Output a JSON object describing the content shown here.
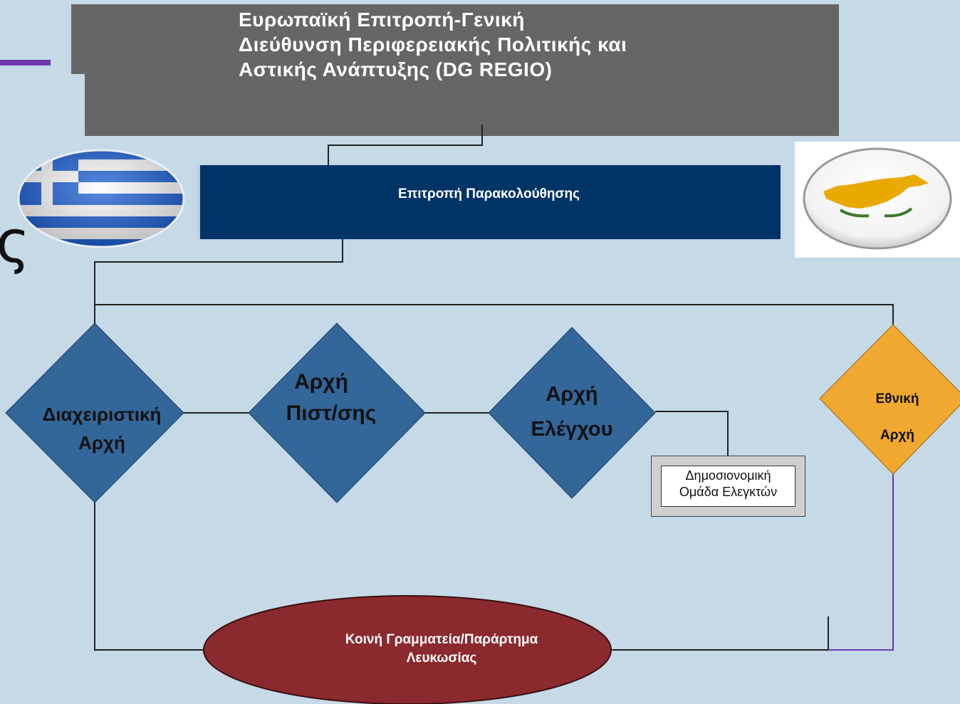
{
  "header": {
    "dg_line1": "Ευρωπαϊκή Επιτροπή-Γενική",
    "dg_line2": "Διεύθυνση Περιφερειακής Πολιτικής και",
    "dg_line3": "Αστικής Ανάπτυξης (DG REGIO)"
  },
  "monitoring": {
    "label": "Επιτροπή Παρακολούθησης"
  },
  "fragment": {
    "glyph": "ς"
  },
  "authorities": {
    "managing_l1": "Διαχειριστική",
    "managing_l2": "Αρχή",
    "certifying_l1": "Αρχή",
    "certifying_l2": "Πιστ/σης",
    "audit_l1": "Αρχή",
    "audit_l2": "Ελέγχου",
    "national_l1": "Εθνική",
    "national_l2": "Αρχή"
  },
  "audit_group": {
    "line1": "Δημοσιονομική",
    "line2": "Ομάδα Ελεγκτών"
  },
  "secretariat": {
    "line1": "Κοινή Γραμματεία/Παράρτημα",
    "line2": "Λευκωσίας"
  },
  "colors": {
    "background": "#c5d9e7",
    "dg_box": "#666666",
    "monitoring_box": "#003366",
    "diamond": "#336699",
    "national_diamond": "#f0a830",
    "secretariat": "#8b2a2e",
    "accent": "#6a38a8"
  },
  "icons": [
    "greek-flag-icon",
    "cyprus-flag-icon"
  ]
}
